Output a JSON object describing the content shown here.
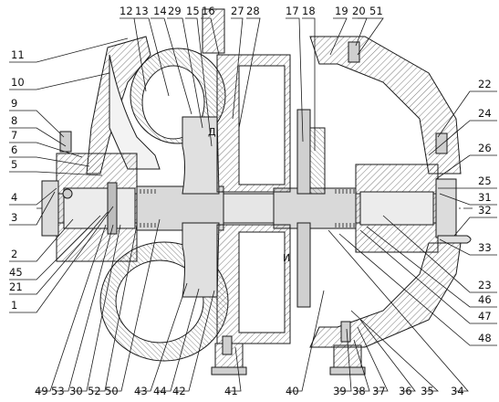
{
  "callouts": {
    "c1": "1",
    "c2": "2",
    "c3": "3",
    "c4": "4",
    "c5": "5",
    "c6": "6",
    "c7": "7",
    "c8": "8",
    "c9": "9",
    "c10": "10",
    "c11": "11",
    "c12": "12",
    "c13": "13",
    "c14": "14",
    "c15": "15",
    "c16": "16",
    "c17": "17",
    "c18": "18",
    "c19": "19",
    "c20": "20",
    "c21": "21",
    "c22": "22",
    "c23": "23",
    "c24": "24",
    "c25": "25",
    "c26": "26",
    "c27": "27",
    "c28": "28",
    "c29": "29",
    "c30": "30",
    "c31": "31",
    "c32": "32",
    "c33": "33",
    "c34": "34",
    "c35": "35",
    "c36": "36",
    "c37": "37",
    "c38": "38",
    "c39": "39",
    "c40": "40",
    "c41": "41",
    "c42": "42",
    "c43": "43",
    "c44": "44",
    "c45": "45",
    "c46": "46",
    "c47": "47",
    "c48": "48",
    "c49": "49",
    "c50": "50",
    "c51": "51",
    "c52": "52",
    "c53": "53"
  },
  "section_marks": {
    "d": "Д",
    "i": "И"
  },
  "colors": {
    "line": "#1a1a1a",
    "hatch": "#555555",
    "fill_light": "#e6e6e6",
    "fill_mid": "#cfcfcf",
    "background": "#ffffff"
  }
}
